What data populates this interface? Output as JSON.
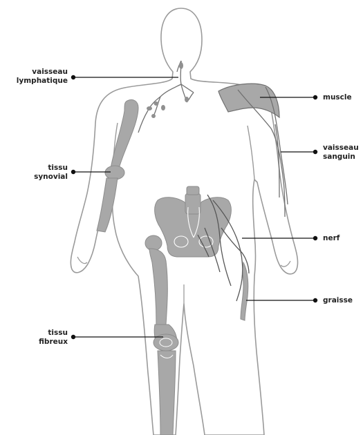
{
  "colors": {
    "outline": "#9a9a9a",
    "tissue_fill": "#a8a8a8",
    "tissue_dark": "#8c8c8c",
    "vessel_stroke": "#707070",
    "leader_line": "#111111",
    "label_text": "#222222"
  },
  "labels": {
    "vaisseau_lymphatique": "vaisseau\nlymphatique",
    "tissu_synovial": "tissu\nsynovial",
    "tissu_fibreux": "tissu\nfibreux",
    "muscle": "muscle",
    "vaisseau_sanguin": "vaisseau\nsanguin",
    "nerf": "nerf",
    "graisse": "graisse"
  }
}
